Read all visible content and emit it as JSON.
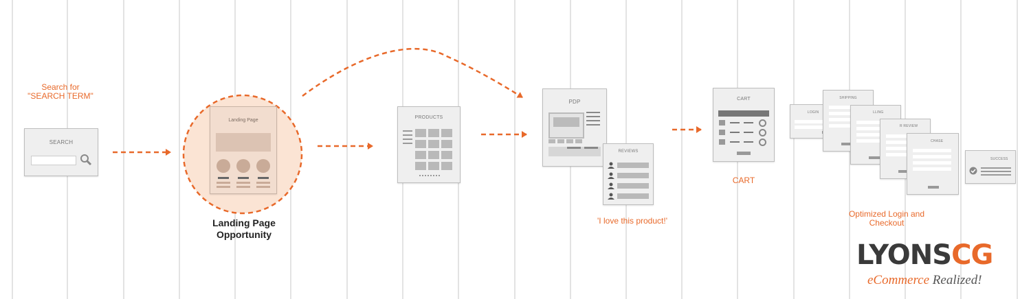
{
  "colors": {
    "accent": "#e8692a",
    "wire_bg": "#efefef",
    "wire_border": "#bdbdbd",
    "grid_line": "#e3e3e3",
    "logo_dark": "#3a3a3a"
  },
  "captions": {
    "search_for": "Search for",
    "search_term": "\"SEARCH TERM\"",
    "landing_opportunity_1": "Landing Page",
    "landing_opportunity_2": "Opportunity",
    "love_product": "'I love this product!'",
    "cart": "CART",
    "checkout_1": "Optimized Login and",
    "checkout_2": "Checkout"
  },
  "screens": {
    "search": "SEARCH",
    "landing": "Landing Page",
    "products": "PRODUCTS",
    "pdp": "PDP",
    "reviews": "REVIEWS",
    "cart": "CART",
    "login": "LOGIN",
    "shipping": "SHIPPING",
    "billing": "LLING",
    "review": "R REVIEW",
    "purchase": "CHASE",
    "success": "SUCCESS"
  },
  "icons": {
    "search": "magnifier-icon",
    "reviewer": "person-icon",
    "success": "check-circle-icon"
  },
  "logo": {
    "brand_dark": "LYONS",
    "brand_accent": "CG",
    "tagline_italic": "eCommerce",
    "tagline_rest": "Realized!"
  }
}
